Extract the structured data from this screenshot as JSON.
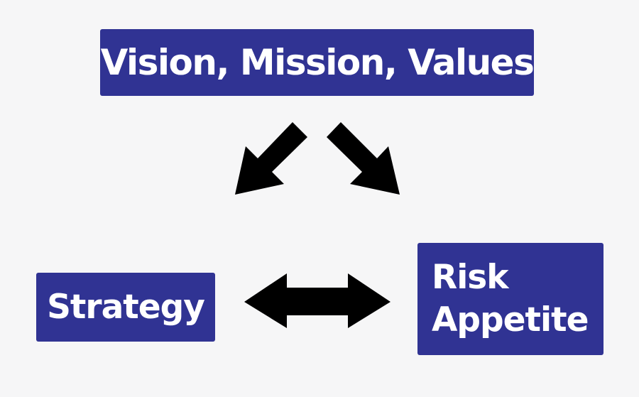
{
  "colors": {
    "box_fill": "#303393",
    "box_text": "#ffffff",
    "arrow": "#000000",
    "background": "#f6f6f7"
  },
  "boxes": {
    "top": {
      "label": "Vision, Mission, Values"
    },
    "left": {
      "label": "Strategy"
    },
    "right": {
      "line1": "Risk",
      "line2": "Appetite"
    }
  },
  "arrows": [
    {
      "from": "top",
      "to": "left",
      "style": "single-head"
    },
    {
      "from": "top",
      "to": "right",
      "style": "single-head"
    },
    {
      "from": "left",
      "to": "right",
      "style": "double-head"
    }
  ]
}
